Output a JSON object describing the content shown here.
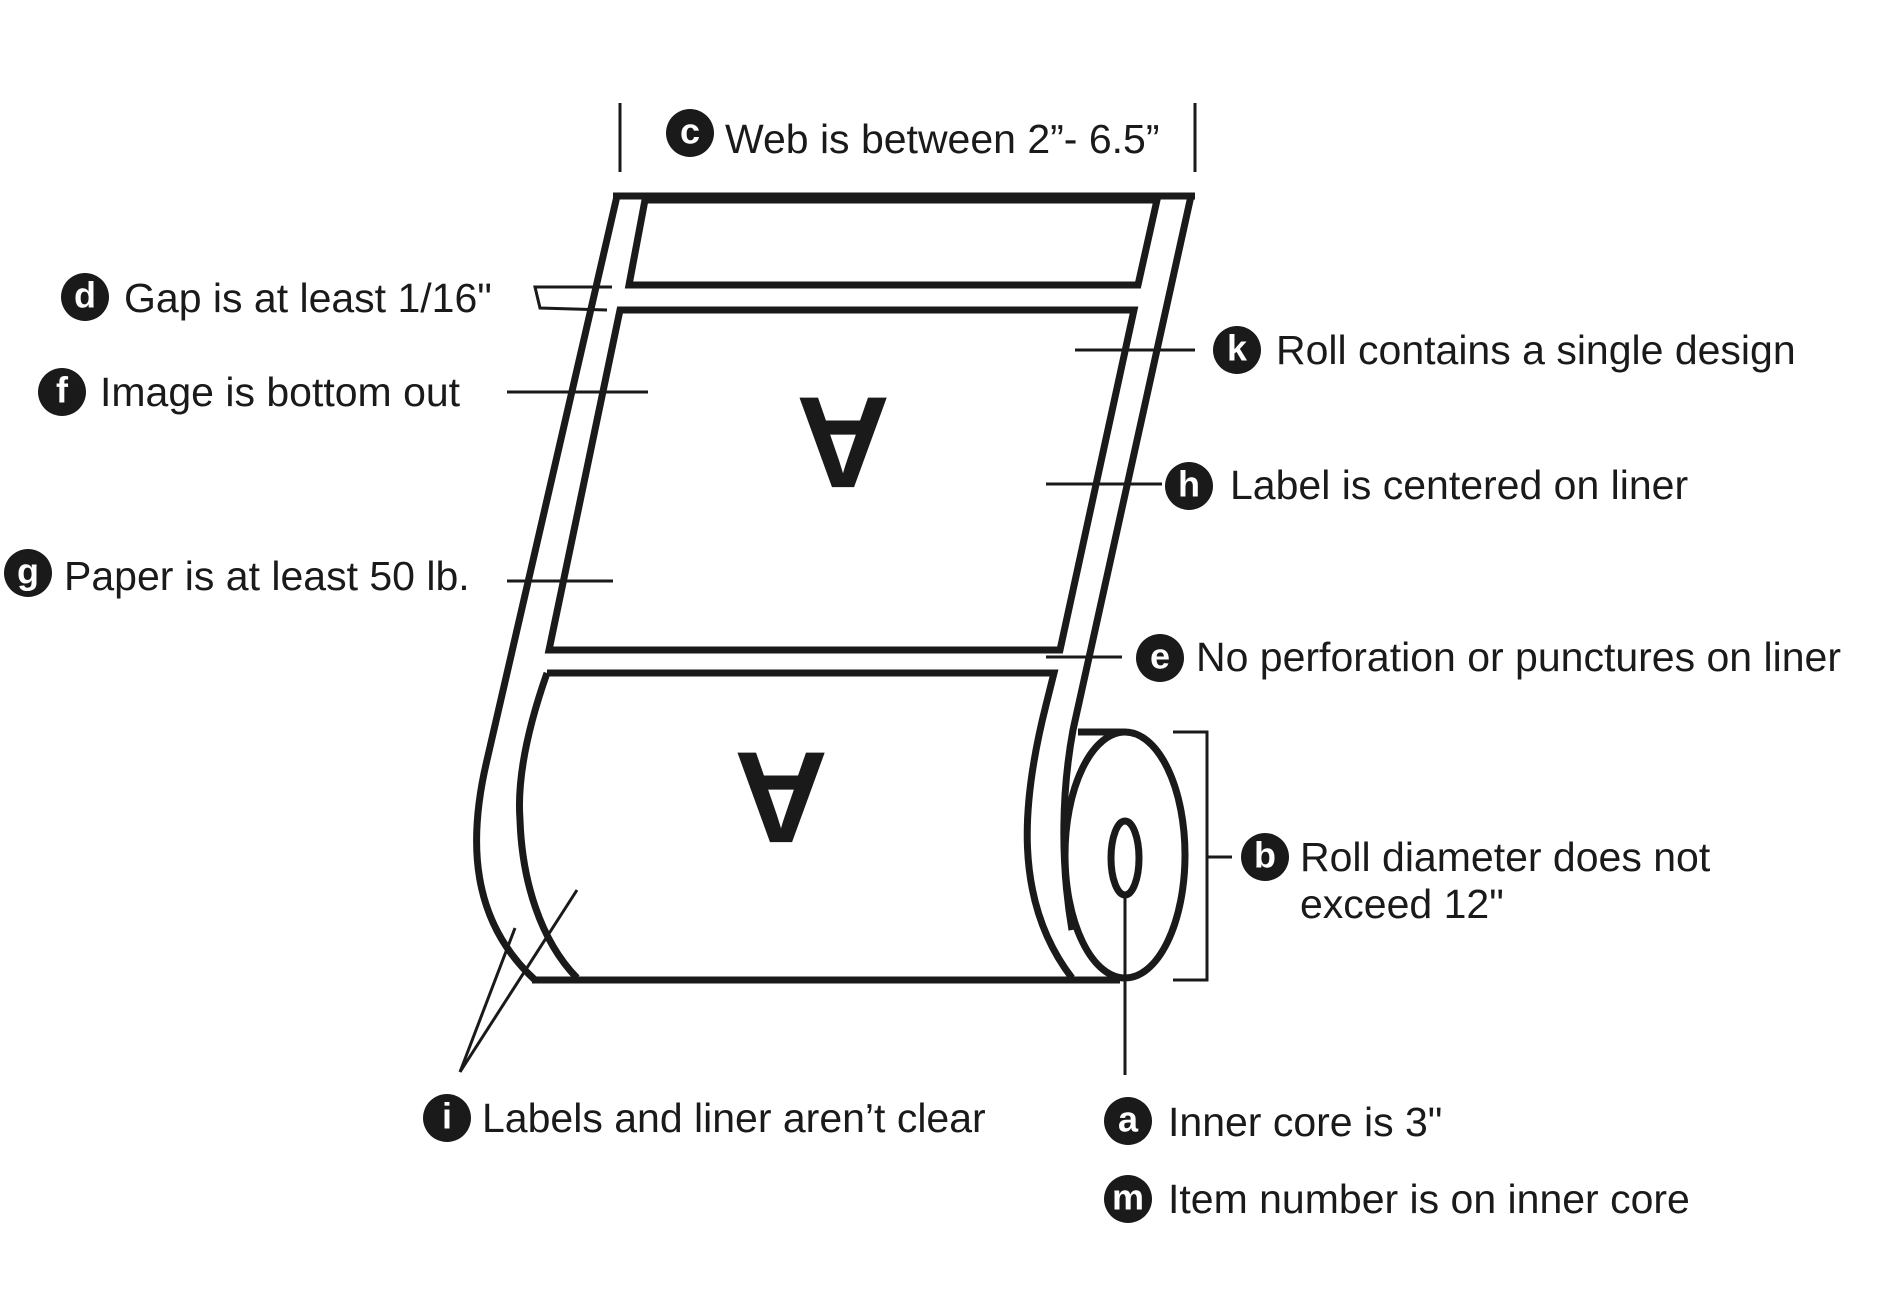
{
  "design_mark": "A",
  "callouts": [
    {
      "id": "c",
      "letter": "c",
      "text": "Web is between 2”- 6.5”"
    },
    {
      "id": "d",
      "letter": "d",
      "text": "Gap is at least 1/16\""
    },
    {
      "id": "k",
      "letter": "k",
      "text": "Roll contains a single design"
    },
    {
      "id": "f",
      "letter": "f",
      "text": "Image is bottom out"
    },
    {
      "id": "h",
      "letter": "h",
      "text": "Label is centered on liner"
    },
    {
      "id": "g",
      "letter": "g",
      "text": "Paper is at least 50 lb."
    },
    {
      "id": "e",
      "letter": "e",
      "text": "No perforation or punctures on liner"
    },
    {
      "id": "b",
      "letter": "b",
      "text": "Roll diameter does not",
      "text2": "exceed 12\""
    },
    {
      "id": "i",
      "letter": "i",
      "text": "Labels and liner aren’t clear"
    },
    {
      "id": "a",
      "letter": "a",
      "text": "Inner core is 3\""
    },
    {
      "id": "m",
      "letter": "m",
      "text": "Item number is on inner core"
    }
  ]
}
